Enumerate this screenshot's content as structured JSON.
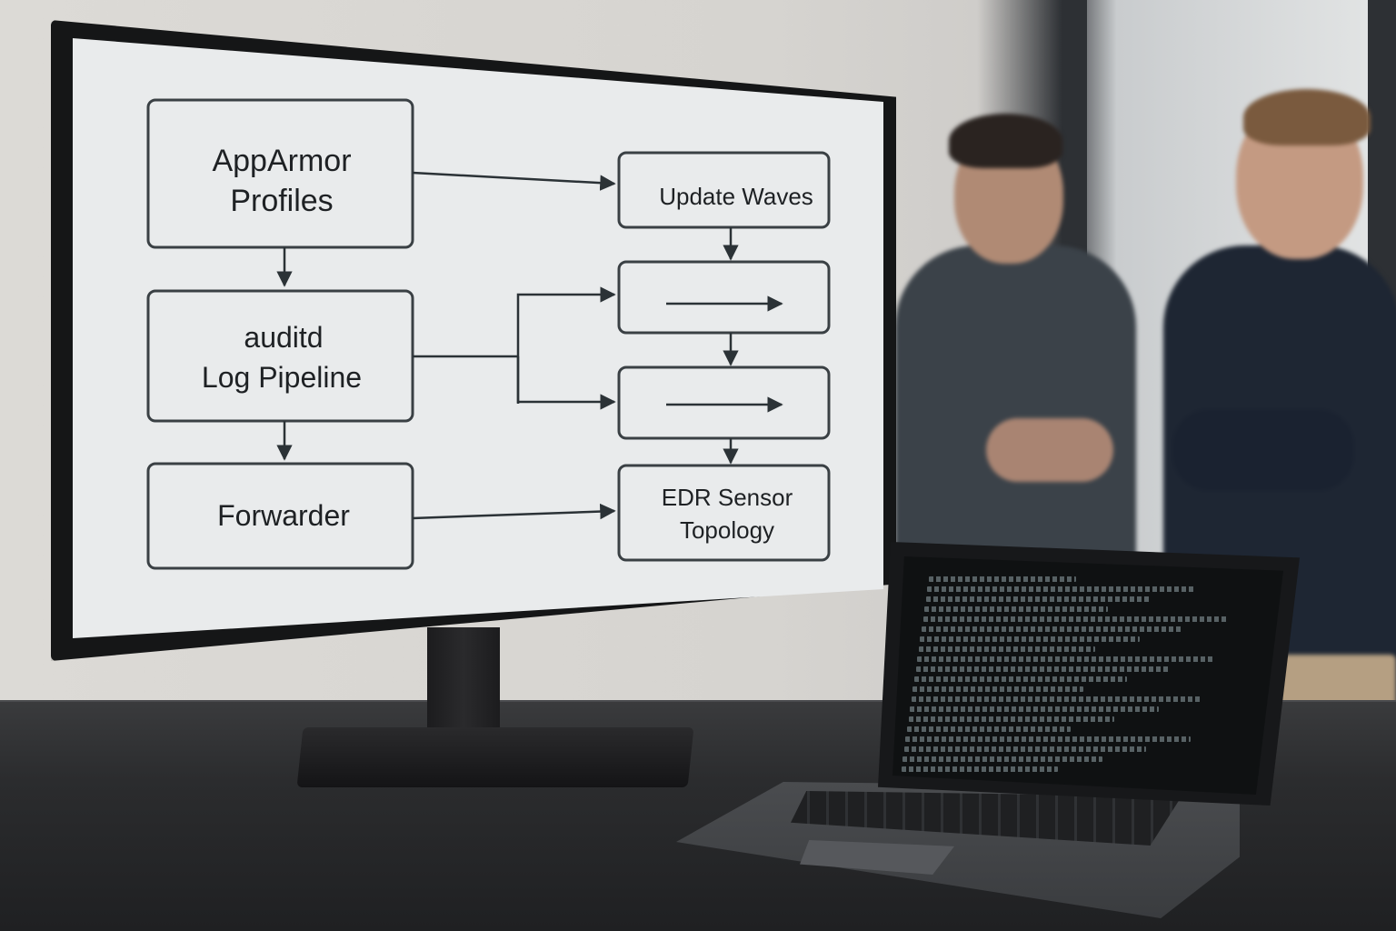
{
  "monitor": {
    "diagram": {
      "left_column": [
        {
          "id": "apparmor",
          "lines": [
            "AppArmor",
            "Profiles"
          ]
        },
        {
          "id": "auditd",
          "lines": [
            "auditd",
            "Log Pipeline"
          ]
        },
        {
          "id": "forwarder",
          "lines": [
            "Forwarder"
          ]
        }
      ],
      "right_column": [
        {
          "id": "update-waves",
          "lines": [
            "Update Waves"
          ]
        },
        {
          "id": "stage-1",
          "lines": []
        },
        {
          "id": "stage-2",
          "lines": []
        },
        {
          "id": "edr-sensor",
          "lines": [
            "EDR Sensor",
            "Topology"
          ]
        }
      ]
    }
  },
  "laptop": {
    "terminal_line_count": 20
  },
  "colors": {
    "screen_bg": "#e9ebec",
    "line": "#2b3236",
    "box_border": "#3a4044"
  }
}
